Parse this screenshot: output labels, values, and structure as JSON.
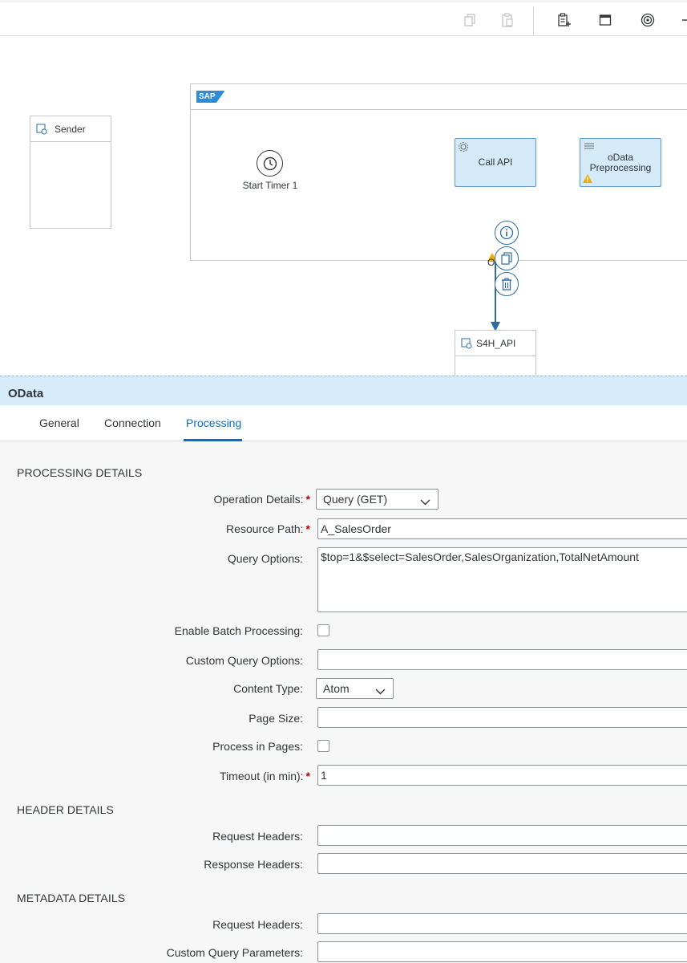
{
  "toolbar": {
    "icons": [
      "copy-icon",
      "paste-icon",
      "clipboard-add-icon",
      "maximize-icon",
      "target-icon"
    ]
  },
  "canvas": {
    "sender": {
      "label": "Sender"
    },
    "pool": {
      "logo": "SAP"
    },
    "start_event": {
      "label": "Start Timer 1"
    },
    "call_api": {
      "label": "Call API"
    },
    "odata_step": {
      "label_line1": "oData",
      "label_line2": "Preprocessing"
    },
    "receiver": {
      "label": "S4H_API"
    },
    "marker": "O"
  },
  "panel": {
    "title": "OData",
    "tabs": [
      {
        "label": "General"
      },
      {
        "label": "Connection"
      },
      {
        "label": "Processing",
        "active": true
      }
    ]
  },
  "form": {
    "processing_details": {
      "heading": "PROCESSING DETAILS",
      "operation_details": {
        "label": "Operation Details:",
        "value": "Query (GET)"
      },
      "resource_path": {
        "label": "Resource Path:",
        "value": "A_SalesOrder"
      },
      "query_options": {
        "label": "Query Options:",
        "value": "$top=1&$select=SalesOrder,SalesOrganization,TotalNetAmount"
      },
      "enable_batch": {
        "label": "Enable Batch Processing:"
      },
      "custom_query_options": {
        "label": "Custom Query Options:",
        "value": ""
      },
      "content_type": {
        "label": "Content Type:",
        "value": "Atom"
      },
      "page_size": {
        "label": "Page Size:",
        "value": ""
      },
      "process_in_pages": {
        "label": "Process in Pages:"
      },
      "timeout": {
        "label": "Timeout (in min):",
        "value": "1"
      }
    },
    "header_details": {
      "heading": "HEADER DETAILS",
      "request_headers": {
        "label": "Request Headers:",
        "value": ""
      },
      "response_headers": {
        "label": "Response Headers:",
        "value": ""
      }
    },
    "metadata_details": {
      "heading": "METADATA DETAILS",
      "request_headers": {
        "label": "Request Headers:",
        "value": ""
      },
      "custom_query_parameters": {
        "label": "Custom Query Parameters:",
        "value": ""
      }
    },
    "required_marker": "*"
  },
  "colors": {
    "accent": "#0a6ed1",
    "panel_header_bg": "#d7ecfa",
    "step_fill": "#d5eaf8",
    "required": "#bb0000",
    "warning": "#f0ab00"
  }
}
